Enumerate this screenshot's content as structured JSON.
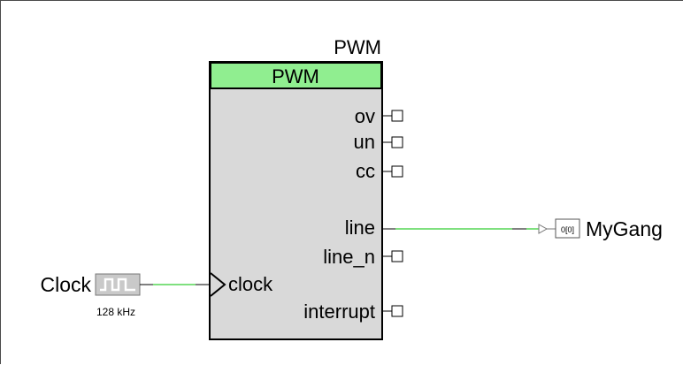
{
  "component": {
    "instance_name": "PWM",
    "type_name": "PWM",
    "header_color": "#90ee90",
    "body_color": "#d9d9d9",
    "outputs": {
      "ov": "ov",
      "un": "un",
      "cc": "cc",
      "line": "line",
      "line_n": "line_n",
      "interrupt": "interrupt"
    },
    "inputs": {
      "clock": "clock"
    }
  },
  "clock_source": {
    "name": "Clock",
    "frequency": "128 kHz",
    "icon": "square-wave-clock-icon"
  },
  "output_port": {
    "name": "MyGang",
    "bus_label": "0[0]",
    "icon": "output-terminal-icon"
  },
  "colors": {
    "wire": "#7fe07f",
    "stub": "#000000"
  }
}
